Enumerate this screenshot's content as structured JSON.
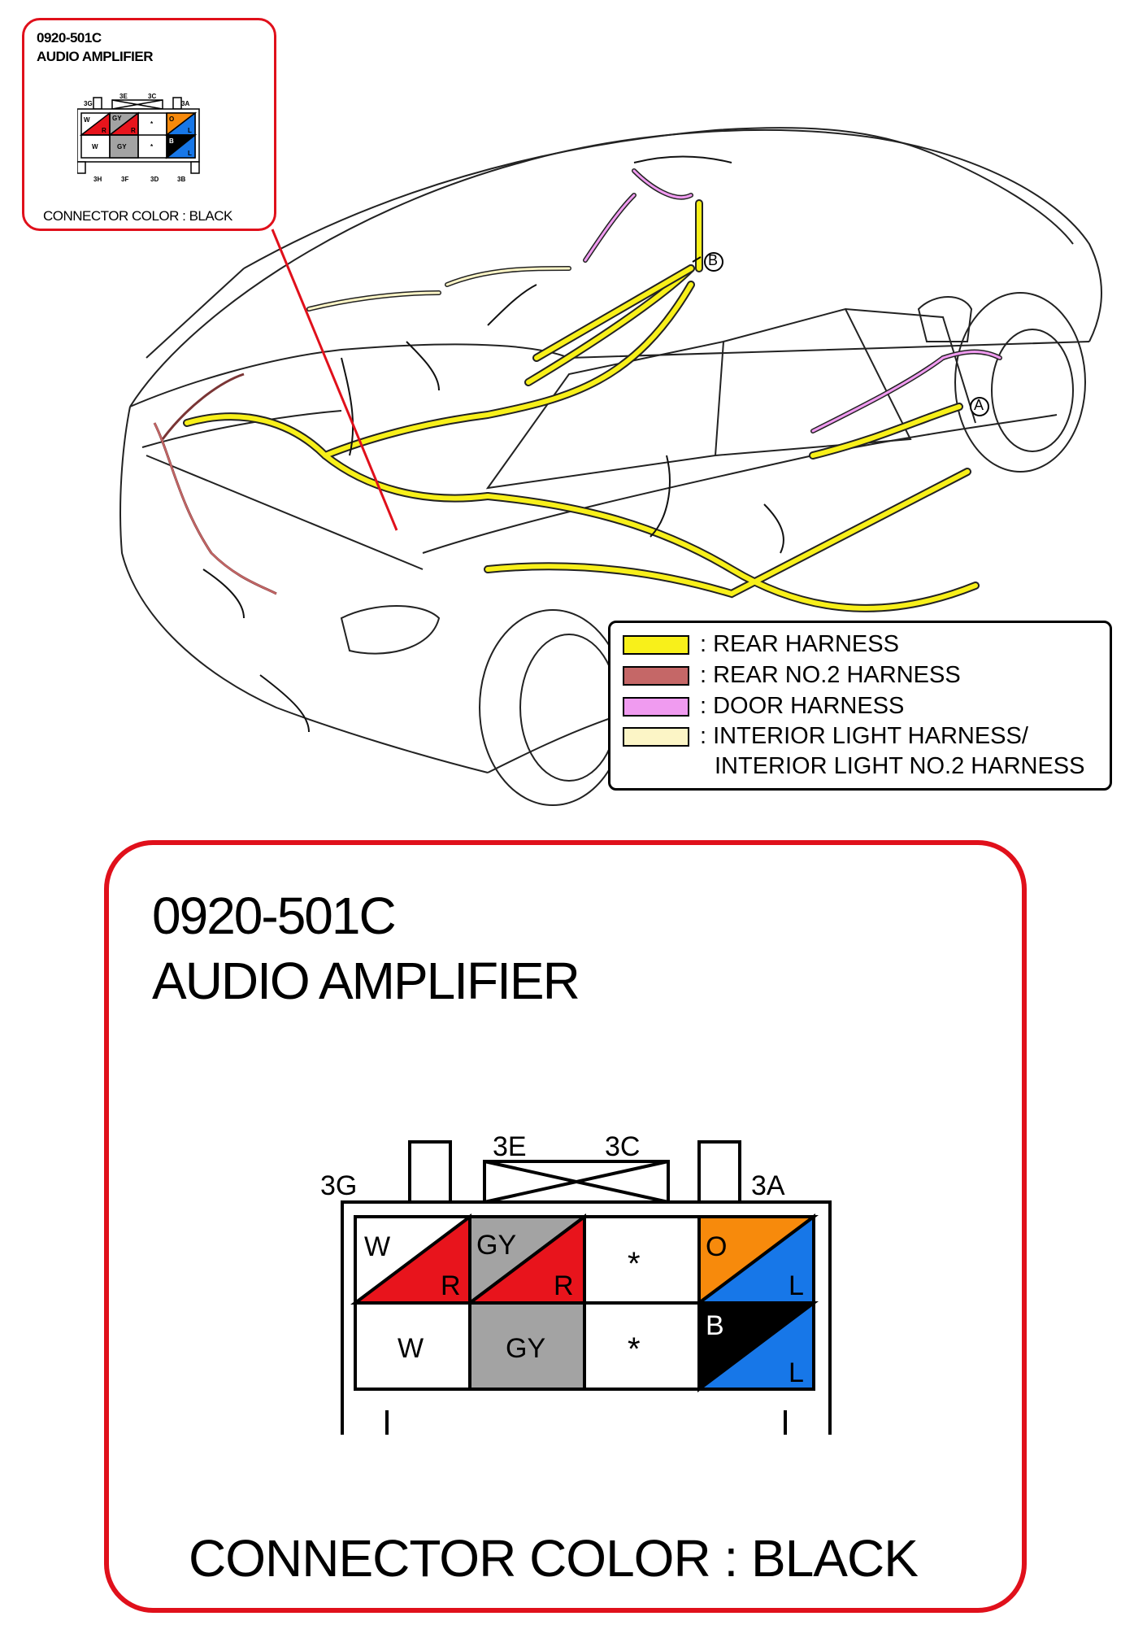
{
  "callout_small": {
    "code": "0920-501C",
    "name": "AUDIO AMPLIFIER",
    "connector_color_label": "CONNECTOR COLOR : BLACK"
  },
  "callout_large": {
    "code": "0920-501C",
    "name": "AUDIO AMPLIFIER",
    "connector_color_label": "CONNECTOR COLOR : BLACK"
  },
  "connector": {
    "top_labels": {
      "left": "3G",
      "mid_left": "3E",
      "mid_right": "3C",
      "right": "3A"
    },
    "bottom_labels": [
      "3H",
      "3F",
      "3D",
      "3B"
    ],
    "top_row": [
      {
        "upper": "W",
        "lower": "R",
        "upper_color": "#ffffff",
        "lower_color": "#e8141c"
      },
      {
        "upper": "GY",
        "lower": "R",
        "upper_color": "#a3a3a3",
        "lower_color": "#e8141c"
      },
      {
        "single": "*",
        "color": "#ffffff"
      },
      {
        "upper": "O",
        "lower": "L",
        "upper_color": "#f78a0c",
        "lower_color": "#1777e8"
      }
    ],
    "bottom_row": [
      {
        "single": "W",
        "color": "#ffffff"
      },
      {
        "single": "GY",
        "color": "#a3a3a3"
      },
      {
        "single": "*",
        "color": "#ffffff"
      },
      {
        "upper": "B",
        "lower": "L",
        "upper_color": "#000000",
        "lower_color": "#1777e8"
      }
    ]
  },
  "markers": {
    "a": "A",
    "b": "B"
  },
  "legend": {
    "items": [
      {
        "color": "#f8f01a",
        "label": ": REAR HARNESS"
      },
      {
        "color": "#c56767",
        "label": ": REAR NO.2 HARNESS"
      },
      {
        "color": "#f09bf0",
        "label": ": DOOR HARNESS"
      },
      {
        "color": "#fcf5c6",
        "label": ": INTERIOR LIGHT HARNESS/"
      }
    ],
    "continuation": "INTERIOR LIGHT NO.2 HARNESS"
  },
  "colors": {
    "callout_border": "#e0101b",
    "rear_harness": "#f8f01a",
    "rear_no2_harness": "#c56767",
    "door_harness": "#f09bf0",
    "interior_light_harness": "#fcf5c6"
  }
}
